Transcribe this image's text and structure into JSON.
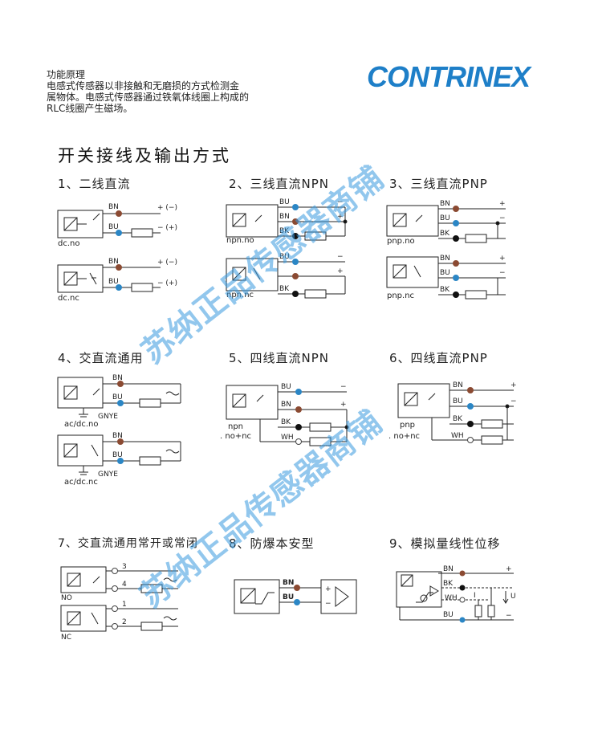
{
  "intro": {
    "lines": [
      "功能原理",
      "电感式传感器以非接触和无磨损的方式检测金",
      "属物体。电感式传感器通过铁氧体线圈上构成的",
      "RLC线圈产生磁场。"
    ]
  },
  "logo": {
    "text": "CONTRINEX",
    "color": "#1e7fc8"
  },
  "heading": "开关接线及输出方式",
  "sections": {
    "s1": "1、二线直流",
    "s2": "2、三线直流NPN",
    "s3": "3、三线直流PNP",
    "s4": "4、交直流通用",
    "s5": "5、四线直流NPN",
    "s6": "6、四线直流PNP",
    "s7": "7、交直流通用常开或常闭",
    "s8": "8、防爆本安型",
    "s9": "9、模拟量线性位移"
  },
  "labels": {
    "bn": "BN",
    "bu": "BU",
    "bk": "BK",
    "wh": "WH",
    "gnye": "GNYE",
    "plus_minus": "+ (−)",
    "minus_plus": "− (+)",
    "plus": "+",
    "minus": "−",
    "dc_no": "dc.no",
    "dc_nc": "dc.nc",
    "npn_no": "npn.no",
    "npn_nc": "npn.nc",
    "pnp_no": "pnp.no",
    "pnp_nc": "pnp.nc",
    "acdc_no": "ac/dc.no",
    "acdc_nc": "ac/dc.nc",
    "npn": "npn",
    "pnp": "pnp",
    "no_nc": ". no+nc",
    "no": "NO",
    "nc": "NC",
    "n1": "1",
    "n2": "2",
    "n3": "3",
    "n4": "4",
    "u": "U",
    "i": "I"
  },
  "watermark": {
    "text": "苏纳正品传感器商铺",
    "color": "#3a9be0"
  },
  "colors": {
    "brown": "#8b4a32",
    "blue": "#2b86c5",
    "black": "#111111"
  }
}
